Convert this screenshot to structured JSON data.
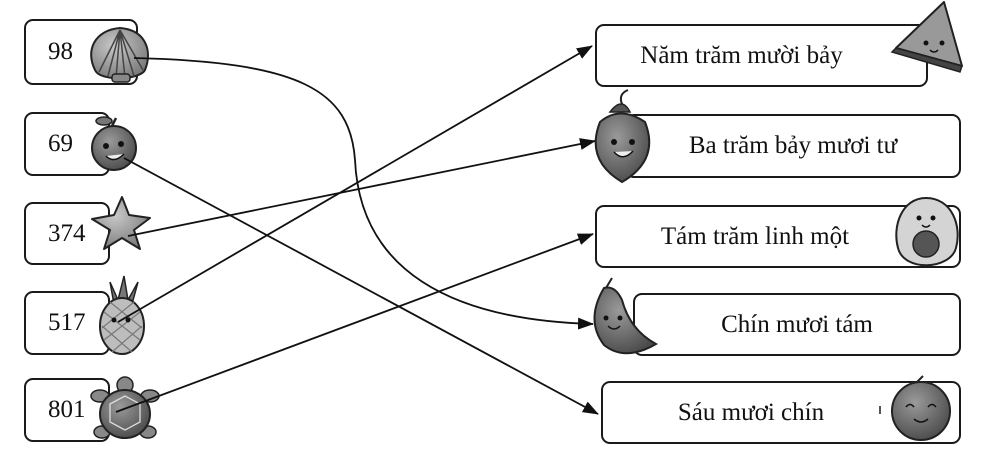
{
  "numbers": [
    {
      "label": "98",
      "icon": "seashell-icon"
    },
    {
      "label": "69",
      "icon": "apple-icon"
    },
    {
      "label": "374",
      "icon": "starfish-icon"
    },
    {
      "label": "517",
      "icon": "pineapple-icon"
    },
    {
      "label": "801",
      "icon": "turtle-icon"
    }
  ],
  "words": [
    {
      "label": "Năm trăm mười bảy",
      "icon": "watermelon-icon"
    },
    {
      "label": "Ba trăm bảy mươi tư",
      "icon": "strawberry-icon"
    },
    {
      "label": "Tám trăm linh một",
      "icon": "avocado-icon"
    },
    {
      "label": "Chín mươi tám",
      "icon": "mango-icon"
    },
    {
      "label": "Sáu mươi chín",
      "icon": "orange-icon"
    }
  ],
  "connections": [
    {
      "from": "98",
      "to": "Chín mươi tám"
    },
    {
      "from": "69",
      "to": "Sáu mươi chín"
    },
    {
      "from": "374",
      "to": "Ba trăm bảy mươi tư"
    },
    {
      "from": "517",
      "to": "Năm trăm mười bảy"
    },
    {
      "from": "801",
      "to": "Tám trăm linh một"
    }
  ]
}
